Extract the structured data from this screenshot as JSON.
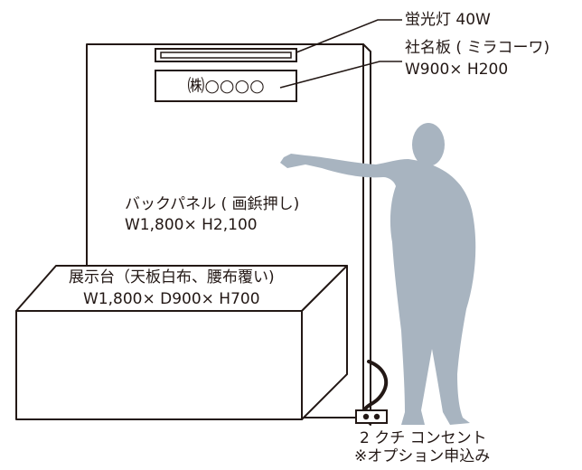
{
  "labels": {
    "fluorescent_light": "蛍光灯 40W",
    "signboard_title": "社名板 ( ミラコーワ)",
    "signboard_size": "W900× H200",
    "signboard_text": "㈱○○○○",
    "back_panel_title": "バックパネル ( 画鋲押し)",
    "back_panel_size": "W1,800× H2,100",
    "counter_title": "展示台（天板白布、腰布覆い)",
    "counter_size": "W1,800× D900× H700",
    "outlet_title": "2 クチ コンセント",
    "outlet_note": "※オプション申込み"
  },
  "colors": {
    "line": "#231815",
    "person": "#a8b4c0",
    "background": "#ffffff"
  }
}
